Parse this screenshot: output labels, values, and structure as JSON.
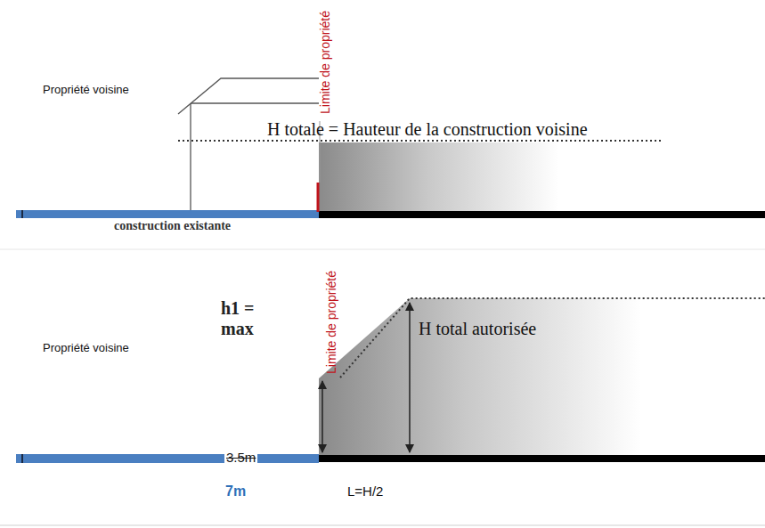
{
  "diagram": {
    "labels": [
      "H totale = Hauteur de la construction voisine",
      "Limite de propriété",
      "Propriété voisine",
      "construction existante",
      "Limite de propriété",
      "Propriété voisine",
      "H total autorisée",
      "h1 = max",
      "3.5m",
      "7m",
      "L=H/2"
    ]
  }
}
